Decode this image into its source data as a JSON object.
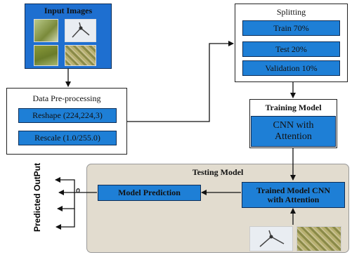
{
  "input_images": {
    "title": "Input Images",
    "thumbs": [
      "leaf-top-left-image",
      "plant-sample-image",
      "leaf-bottom-left-image",
      "textured-leaf-image"
    ]
  },
  "preprocessing": {
    "title": "Data Pre-processing",
    "reshape": "Reshape (224,224,3)",
    "rescale": "Rescale (1.0/255.0)"
  },
  "splitting": {
    "title": "Splitting",
    "train": "Train 70%",
    "test": "Test 20%",
    "validation": "Validation 10%"
  },
  "training": {
    "title": "Training Model",
    "model": "CNN with Attention"
  },
  "testing": {
    "title": "Testing Model",
    "trained": "Trained Model CNN with Attention",
    "prediction": "Model Prediction"
  },
  "output": {
    "label": "Predicted OutPut"
  },
  "colors": {
    "blue": "#1e7fd6",
    "testing_bg": "#e2dccf",
    "input_bg": "#1e6fd0"
  }
}
